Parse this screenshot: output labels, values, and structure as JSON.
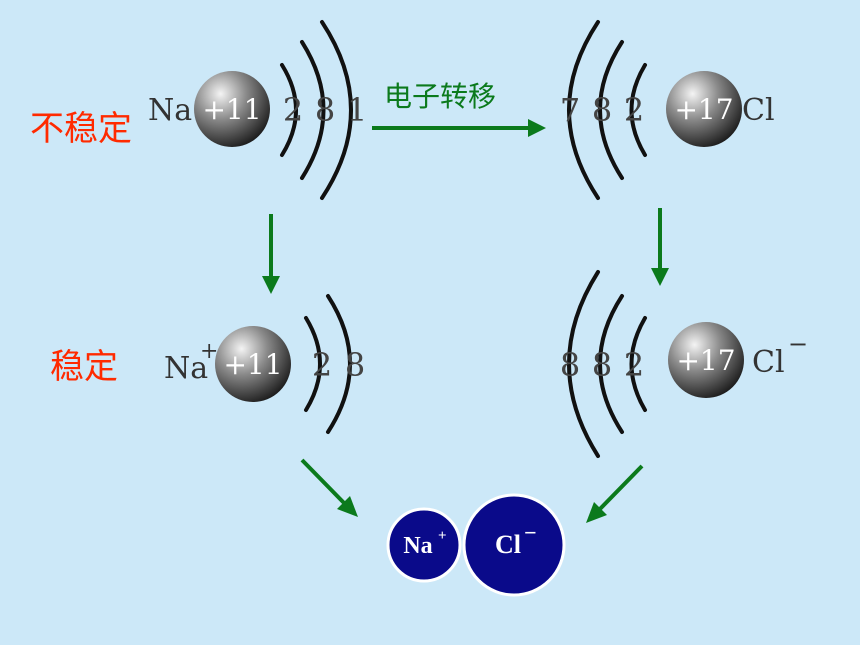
{
  "labels": {
    "unstable": "不稳定",
    "stable": "稳定",
    "transfer": "电子转移"
  },
  "na_atom": {
    "symbol": "Na",
    "nucleus": "+11",
    "shells": [
      "2",
      "8",
      "1"
    ]
  },
  "cl_atom": {
    "symbol": "Cl",
    "nucleus": "+17",
    "shells": [
      "7",
      "8",
      "2"
    ]
  },
  "na_ion": {
    "symbol": "Na",
    "charge": "+",
    "nucleus": "+11",
    "shells": [
      "2",
      "8"
    ]
  },
  "cl_ion": {
    "symbol": "Cl",
    "charge": "−",
    "nucleus": "+17",
    "shells": [
      "8",
      "8",
      "2"
    ]
  },
  "compound": {
    "na_ion_label": "Na",
    "na_ion_charge": "+",
    "cl_ion_label": "Cl",
    "cl_ion_charge": "−"
  },
  "colors": {
    "background": "#cce8f8",
    "arrow": "#0b7a1c",
    "unstable_text": "#ff2a00",
    "ion_fill": "#0a0a8a"
  }
}
